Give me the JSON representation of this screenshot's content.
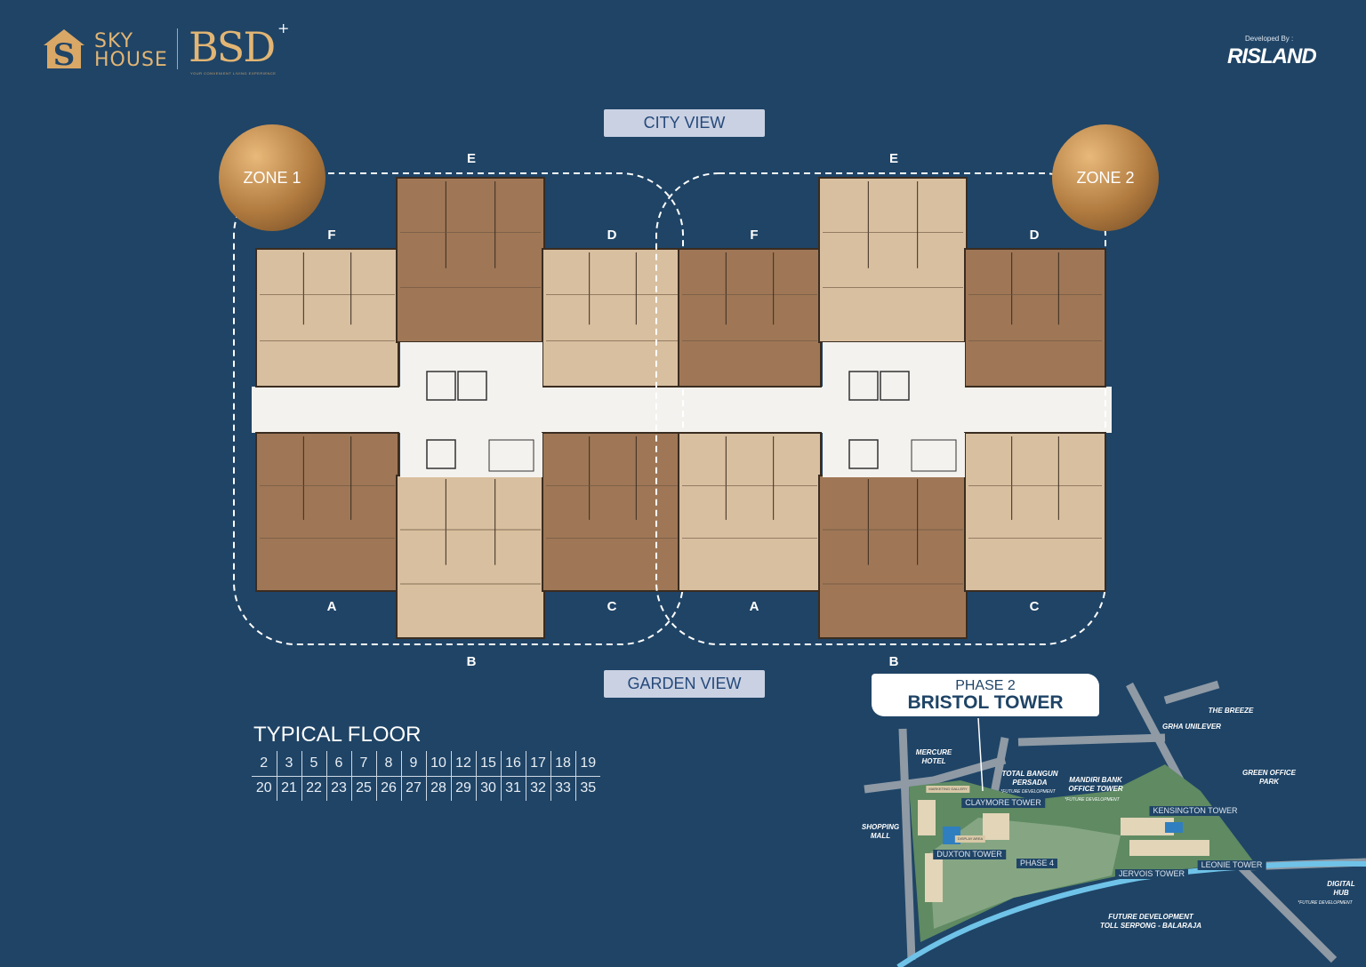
{
  "header": {
    "logo_sky": "SKY",
    "logo_house": "HOUSE",
    "logo_bsd": "BSD",
    "logo_plus": "+",
    "logo_tagline": "YOUR CONVENIENT LIVING EXPERIENCE",
    "developed_by": "Developed By :",
    "developer": "RISLAND"
  },
  "views": {
    "city": "CITY VIEW",
    "garden": "GARDEN VIEW"
  },
  "zones": [
    {
      "label": "ZONE 1"
    },
    {
      "label": "ZONE 2"
    }
  ],
  "units": {
    "zone1": [
      "E",
      "F",
      "D",
      "A",
      "B",
      "C"
    ],
    "zone2": [
      "E",
      "F",
      "D",
      "A",
      "B",
      "C"
    ]
  },
  "colors": {
    "background": "#1f4466",
    "unit_light": "#d8bf9f",
    "unit_dark": "#9f7756",
    "gold": "#e2b574"
  },
  "typical_floor": {
    "title": "TYPICAL FLOOR",
    "rows": [
      [
        "2",
        "3",
        "5",
        "6",
        "7",
        "8",
        "9",
        "10",
        "12",
        "15",
        "16",
        "17",
        "18",
        "19"
      ],
      [
        "20",
        "21",
        "22",
        "23",
        "25",
        "26",
        "27",
        "28",
        "29",
        "30",
        "31",
        "32",
        "33",
        "35"
      ]
    ]
  },
  "map": {
    "phase": "PHASE 2",
    "tower": "BRISTOL TOWER",
    "labels": {
      "mercure": "MERCURE\nHOTEL",
      "shopping": "SHOPPING\nMALL",
      "total": "TOTAL BANGUN\nPERSADA",
      "total_fd": "*FUTURE DEVELOPMENT",
      "mandiri": "MANDIRI BANK\nOFFICE TOWER",
      "mandiri_fd": "*FUTURE DEVELOPMENT",
      "grha": "GRHA UNILEVER",
      "breeze": "THE BREEZE",
      "green": "GREEN OFFICE\nPARK",
      "digital": "DIGITAL\nHUB",
      "digital_fd": "*FUTURE DEVELOPMENT",
      "toll": "FUTURE DEVELOPMENT\nTOLL SERPONG - BALARAJA",
      "marketing": "MARKETING GALLERY",
      "display": "DISPLAY AREA"
    },
    "towers": {
      "claymore": "CLAYMORE TOWER",
      "kensington": "KENSINGTON TOWER",
      "duxton": "DUXTON TOWER",
      "phase4": "PHASE 4",
      "jervois": "JERVOIS TOWER",
      "leonie": "LEONIE TOWER"
    }
  }
}
